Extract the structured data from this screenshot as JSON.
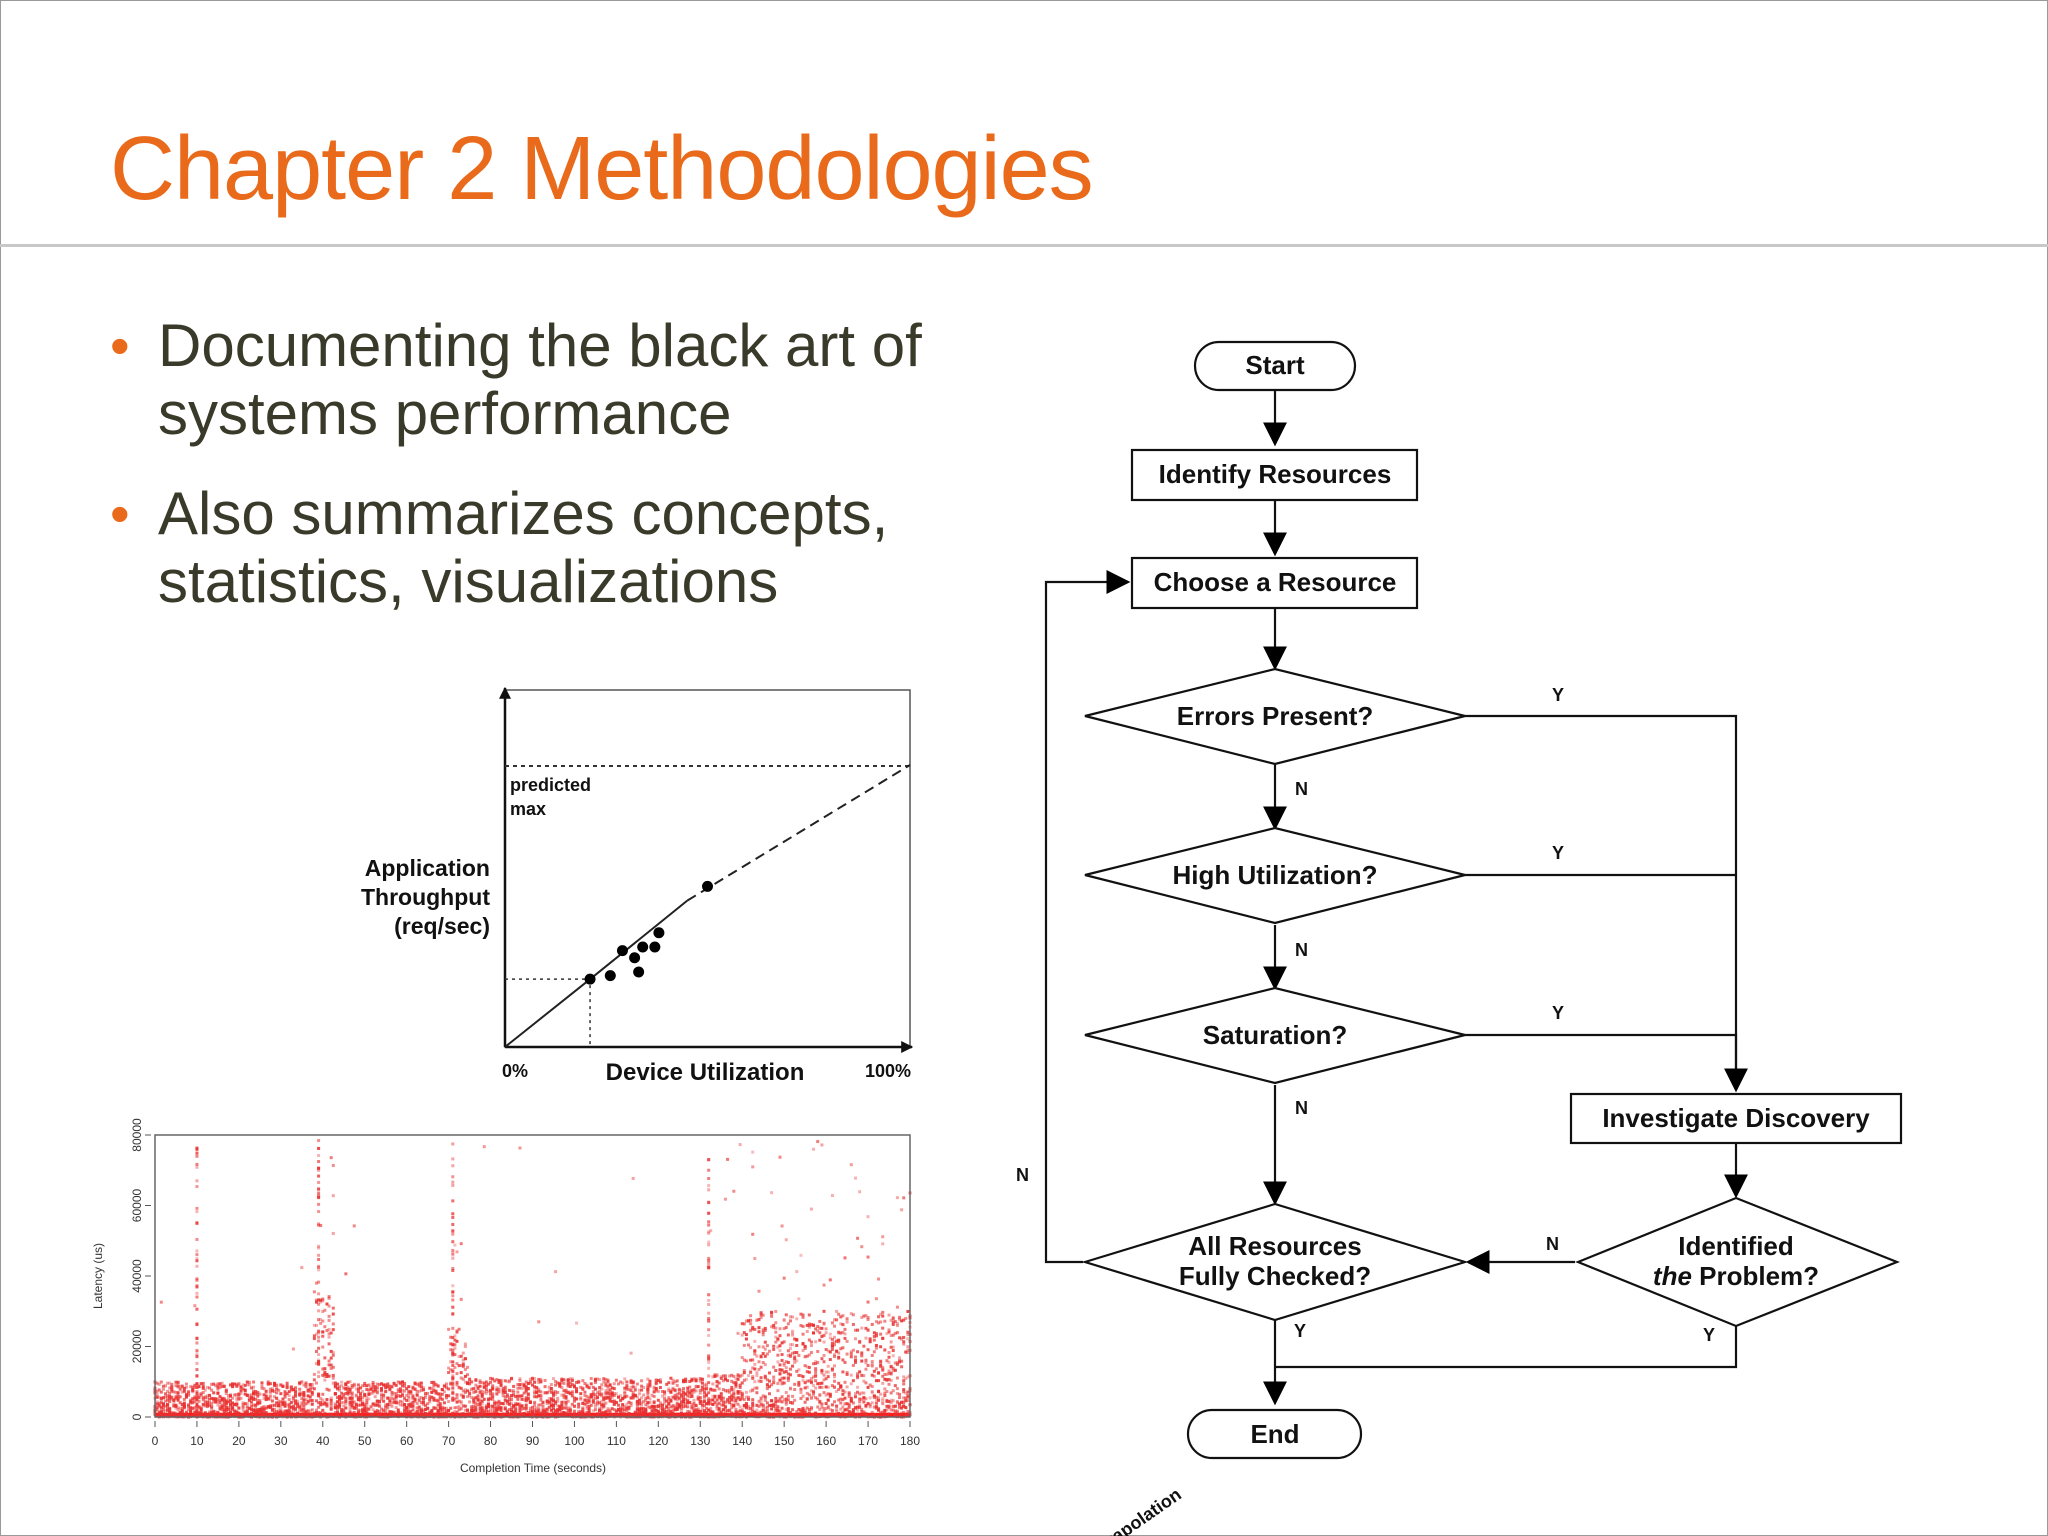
{
  "slide": {
    "title": "Chapter 2 Methodologies",
    "bullets": [
      {
        "text": "Documenting the black art of systems performance"
      },
      {
        "text": "Also summarizes concepts, statistics, visualizations"
      }
    ],
    "bullet_glyph": "•",
    "accent_color": "#e86a1a",
    "text_color": "#3a3a2a"
  },
  "throughput_figure": {
    "ylabel_lines": [
      "Application",
      "Throughput",
      "(req/sec)"
    ],
    "xlabel": "Device Utilization",
    "x_min_label": "0%",
    "x_max_label": "100%",
    "predicted_lines": [
      "predicted",
      "max"
    ],
    "extrapolation_label": "extrapolation"
  },
  "latency_figure": {
    "xlabel": "Completion Time (seconds)",
    "ylabel": "Latency (us)",
    "point_color": "#e83030",
    "baseline_color": "#ff1a1a"
  },
  "chart_data": [
    {
      "type": "line",
      "xlabel": "Device Utilization",
      "ylabel": "Application Throughput (req/sec)",
      "x_ticks": [
        "0%",
        "100%"
      ],
      "xlim": [
        0,
        100
      ],
      "ylim": [
        0,
        100
      ],
      "series": [
        {
          "values": [
            [
              0,
              0
            ],
            [
              21,
              19
            ],
            [
              45,
              41
            ]
          ]
        },
        {
          "values": [
            [
              45,
              41
            ],
            [
              100,
              79
            ]
          ]
        },
        {
          "values": [
            [
              21,
              19
            ],
            [
              26,
              20
            ],
            [
              29,
              27
            ],
            [
              32,
              25
            ],
            [
              33,
              21
            ],
            [
              34,
              28
            ],
            [
              37,
              28
            ],
            [
              38,
              32
            ],
            [
              50,
              45
            ]
          ]
        }
      ],
      "reference_lines": [
        {
          "axis": "y",
          "value": 79,
          "label": "predicted max"
        }
      ],
      "annotations": [
        "predicted max",
        "extrapolation"
      ]
    },
    {
      "type": "scatter",
      "xlabel": "Completion Time (seconds)",
      "ylabel": "Latency (us)",
      "x_ticks": [
        0,
        10,
        20,
        30,
        40,
        50,
        60,
        70,
        80,
        90,
        100,
        110,
        120,
        130,
        140,
        150,
        160,
        170,
        180
      ],
      "y_ticks": [
        0,
        20000,
        40000,
        60000,
        80000
      ],
      "xlim": [
        0,
        180
      ],
      "ylim": [
        0,
        80000
      ],
      "regions": [
        {
          "x_range": [
            0,
            38
          ],
          "base_max": 10000,
          "outlier_rate": "low"
        },
        {
          "x_range": [
            38,
            43
          ],
          "base_max": 35000,
          "outlier_rate": "high"
        },
        {
          "x_range": [
            43,
            70
          ],
          "base_max": 10000,
          "outlier_rate": "low"
        },
        {
          "x_range": [
            70,
            75
          ],
          "base_max": 25000,
          "outlier_rate": "high"
        },
        {
          "x_range": [
            75,
            132
          ],
          "base_max": 11000,
          "outlier_rate": "low"
        },
        {
          "x_range": [
            132,
            140
          ],
          "base_max": 12000,
          "outlier_rate": "medium"
        },
        {
          "x_range": [
            140,
            180
          ],
          "base_max": 30000,
          "outlier_rate": "high"
        }
      ],
      "spike_columns": [
        10,
        39,
        71,
        132
      ]
    }
  ],
  "flowchart": {
    "nodes": {
      "start": "Start",
      "identify": "Identify Resources",
      "choose": "Choose a Resource",
      "errors": "Errors Present?",
      "util": "High Utilization?",
      "sat": "Saturation?",
      "investigate": "Investigate Discovery",
      "all_line1": "All Resources",
      "all_line2": "Fully Checked?",
      "ident_line1": "Identified",
      "ident_em": "the",
      "ident_rest": " Problem?",
      "end": "End"
    },
    "edges": {
      "errors_y": "Y",
      "errors_n": "N",
      "util_y": "Y",
      "util_n": "N",
      "sat_y": "Y",
      "sat_n": "N",
      "loop_n": "N",
      "ident_n": "N",
      "all_y": "Y",
      "ident_y": "Y"
    }
  }
}
